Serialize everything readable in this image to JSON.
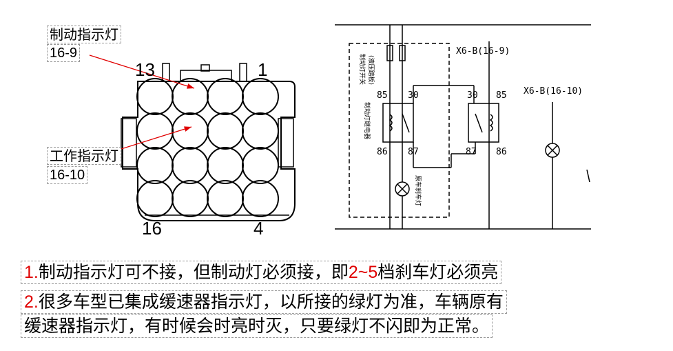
{
  "connector": {
    "label_brake": "制动指示灯",
    "label_brake_pin": "16-9",
    "label_work": "工作指示灯",
    "label_work_pin": "16-10",
    "pin_top_left": "13",
    "pin_top_right": "1",
    "pin_bottom_left": "16",
    "pin_bottom_right": "4"
  },
  "schematic": {
    "switch_label": "制动灯开关",
    "switch_sub": "(液压踏板)",
    "relay_label": "制动灯继电器",
    "lamp_label": "原车刹车灯",
    "relay1_85": "85",
    "relay1_30": "30",
    "relay1_86": "86",
    "relay1_87": "87",
    "relay2_30": "30",
    "relay2_85": "85",
    "relay2_87": "87",
    "relay2_86": "86",
    "x6b_169": "X6-B(16-9)",
    "x6b_1610": "X6-B(16-10)"
  },
  "notes": {
    "line1_num": "1.",
    "line1_a": "制动指示灯可不接，但制动灯必须接，即",
    "line1_b": "2~5",
    "line1_c": "档刹车灯必须亮",
    "line2_num": "2.",
    "line2_a": "很多车型已集成缓速器指示灯，以所接的绿灯为准，车辆原有",
    "line3": "缓速器指示灯，有时候会时亮时灭，只要绿灯不闪即为正常。"
  },
  "colors": {
    "accent_red": "#e00000",
    "arrow_red": "#e00000"
  }
}
